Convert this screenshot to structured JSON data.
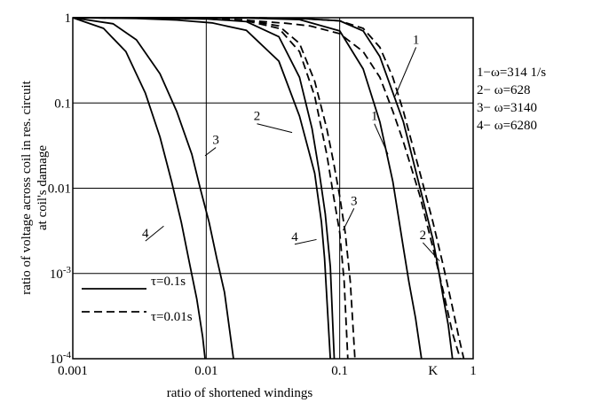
{
  "chart_data": {
    "type": "line",
    "xlabel": "ratio of shortened windings",
    "ylabel_line1": "ratio of voltage across coil in res. circuit",
    "ylabel_line2": "at coil's damage",
    "x_scale": "log",
    "y_scale": "log",
    "xlim": [
      0.001,
      1
    ],
    "ylim": [
      0.0001,
      1
    ],
    "grid": true,
    "x_ticks": [
      {
        "value": 0.001,
        "label": "0.001"
      },
      {
        "value": 0.01,
        "label": "0.01"
      },
      {
        "value": 0.1,
        "label": "0.1"
      },
      {
        "value": 0.5,
        "label": "K"
      },
      {
        "value": 1,
        "label": "1"
      }
    ],
    "y_ticks": [
      {
        "value": 1,
        "label": "1"
      },
      {
        "value": 0.1,
        "label": "0.1"
      },
      {
        "value": 0.01,
        "label": "0.01"
      },
      {
        "value": 0.001,
        "label": "10-3"
      },
      {
        "value": 0.0001,
        "label": "10-4"
      }
    ],
    "legend": {
      "omega": [
        {
          "id": "1",
          "text": "1−ω=314 1/s"
        },
        {
          "id": "2",
          "text": "2− ω=628"
        },
        {
          "id": "3",
          "text": "3− ω=3140"
        },
        {
          "id": "4",
          "text": "4− ω=6280"
        }
      ],
      "tau": [
        {
          "style": "solid",
          "text": "τ=0.1s"
        },
        {
          "style": "dashed",
          "text": "τ=0.01s"
        }
      ]
    },
    "series": [
      {
        "id": "4-solid-low",
        "style": "solid",
        "x": [
          0.001,
          0.0017,
          0.0025,
          0.0035,
          0.0045,
          0.0055,
          0.0065,
          0.0075,
          0.0085,
          0.0094,
          0.0098
        ],
        "y": [
          1,
          0.75,
          0.4,
          0.13,
          0.04,
          0.012,
          0.004,
          0.0013,
          0.0005,
          0.00018,
          0.0001
        ]
      },
      {
        "id": "3-solid-low",
        "style": "solid",
        "x": [
          0.001,
          0.002,
          0.003,
          0.0045,
          0.006,
          0.0078,
          0.009,
          0.0105,
          0.012,
          0.0137,
          0.016
        ],
        "y": [
          1,
          0.85,
          0.55,
          0.22,
          0.08,
          0.025,
          0.01,
          0.004,
          0.0015,
          0.0006,
          0.0001
        ]
      },
      {
        "id": "4-solid-mid",
        "style": "solid",
        "x": [
          0.001,
          0.003,
          0.006,
          0.011,
          0.02,
          0.035,
          0.05,
          0.065,
          0.073,
          0.077,
          0.085
        ],
        "y": [
          1,
          0.98,
          0.94,
          0.87,
          0.71,
          0.31,
          0.07,
          0.015,
          0.004,
          0.0015,
          0.0001
        ]
      },
      {
        "id": "2-solid-mid",
        "style": "solid",
        "x": [
          0.001,
          0.004,
          0.01,
          0.02,
          0.035,
          0.05,
          0.062,
          0.07,
          0.078,
          0.085,
          0.091
        ],
        "y": [
          1,
          0.99,
          0.97,
          0.9,
          0.6,
          0.2,
          0.05,
          0.016,
          0.005,
          0.0012,
          0.0001
        ]
      },
      {
        "id": "3-dashed",
        "style": "dashed",
        "x": [
          0.001,
          0.004,
          0.01,
          0.02,
          0.035,
          0.05,
          0.065,
          0.08,
          0.09,
          0.1,
          0.108,
          0.115
        ],
        "y": [
          1,
          0.99,
          0.97,
          0.92,
          0.75,
          0.4,
          0.12,
          0.025,
          0.008,
          0.003,
          0.0008,
          0.0001
        ]
      },
      {
        "id": "2-dashed",
        "style": "dashed",
        "x": [
          0.001,
          0.004,
          0.01,
          0.02,
          0.035,
          0.05,
          0.065,
          0.08,
          0.09,
          0.1,
          0.11,
          0.12,
          0.13
        ],
        "y": [
          1,
          0.99,
          0.98,
          0.94,
          0.8,
          0.5,
          0.18,
          0.05,
          0.02,
          0.008,
          0.003,
          0.0008,
          0.0001
        ]
      },
      {
        "id": "1-solid",
        "style": "solid",
        "x": [
          0.001,
          0.005,
          0.02,
          0.05,
          0.1,
          0.15,
          0.2,
          0.25,
          0.3,
          0.33,
          0.37,
          0.41
        ],
        "y": [
          1,
          1,
          0.99,
          0.95,
          0.7,
          0.25,
          0.06,
          0.012,
          0.002,
          0.0008,
          0.0003,
          0.0001
        ]
      },
      {
        "id": "2-solid-right",
        "style": "solid",
        "x": [
          0.001,
          0.005,
          0.02,
          0.05,
          0.1,
          0.15,
          0.2,
          0.3,
          0.4,
          0.5,
          0.55,
          0.6,
          0.65,
          0.7
        ],
        "y": [
          1,
          1,
          1,
          0.98,
          0.92,
          0.7,
          0.35,
          0.06,
          0.01,
          0.0025,
          0.0011,
          0.0005,
          0.00025,
          0.0001
        ]
      },
      {
        "id": "1-dashed",
        "style": "dashed",
        "x": [
          0.001,
          0.005,
          0.01,
          0.02,
          0.04,
          0.06,
          0.1,
          0.15,
          0.2,
          0.25,
          0.3,
          0.4,
          0.5,
          0.6,
          0.7,
          0.8
        ],
        "y": [
          1,
          0.99,
          0.97,
          0.93,
          0.86,
          0.8,
          0.65,
          0.4,
          0.2,
          0.08,
          0.035,
          0.008,
          0.002,
          0.0006,
          0.0002,
          0.0001
        ]
      },
      {
        "id": "2-dashed-right",
        "style": "dashed",
        "x": [
          0.001,
          0.005,
          0.02,
          0.05,
          0.1,
          0.15,
          0.2,
          0.25,
          0.3,
          0.4,
          0.5,
          0.6,
          0.7,
          0.78,
          0.85
        ],
        "y": [
          1,
          1,
          1,
          0.98,
          0.92,
          0.75,
          0.45,
          0.2,
          0.08,
          0.015,
          0.004,
          0.0012,
          0.0004,
          0.00018,
          0.0001
        ]
      }
    ],
    "curve_labels": [
      {
        "text": "4",
        "x": 0.0035,
        "y": 0.0024,
        "lx": 0.0048,
        "ly": 0.0036
      },
      {
        "text": "3",
        "x": 0.0118,
        "y": 0.03,
        "lx": 0.0098,
        "ly": 0.024
      },
      {
        "text": "2",
        "x": 0.024,
        "y": 0.057,
        "lx": 0.044,
        "ly": 0.045
      },
      {
        "text": "4",
        "x": 0.046,
        "y": 0.0022,
        "lx": 0.067,
        "ly": 0.0025
      },
      {
        "text": "3",
        "x": 0.128,
        "y": 0.0058,
        "lx": 0.106,
        "ly": 0.0032
      },
      {
        "text": "1",
        "x": 0.182,
        "y": 0.057,
        "lx": 0.23,
        "ly": 0.025
      },
      {
        "text": "1",
        "x": 0.373,
        "y": 0.45,
        "lx": 0.26,
        "ly": 0.12
      },
      {
        "text": "2",
        "x": 0.42,
        "y": 0.0023,
        "lx": 0.56,
        "ly": 0.0014
      }
    ]
  }
}
